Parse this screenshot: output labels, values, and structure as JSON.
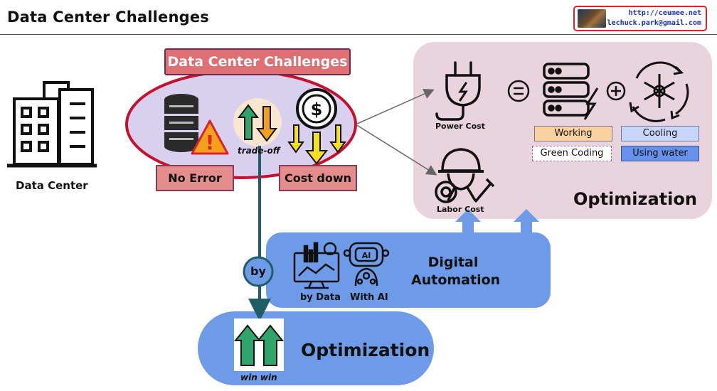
{
  "header": {
    "title": "Data Center Challenges",
    "badge_url": "http://ceumee.net",
    "badge_email": "lechuck.park@gmail.com"
  },
  "data_center": {
    "label": "Data Center",
    "icon": "building-icon"
  },
  "challenges": {
    "title": "Data Center Challenges",
    "no_error": "No Error",
    "cost_down": "Cost down",
    "trade_off": "trade-off",
    "icons": [
      "server-warning-icon",
      "up-down-arrows-icon",
      "dollar-down-icon"
    ]
  },
  "costs": {
    "power_cost": "Power Cost",
    "labor_cost": "Labor Cost",
    "equals": "=",
    "plus": "+",
    "tags": {
      "working": "Working",
      "cooling": "Cooling",
      "green_coding": "Green Coding",
      "using_water": "Using water"
    },
    "optimization": "Optimization"
  },
  "automation": {
    "title_line1": "Digital",
    "title_line2": "Automation",
    "by_data": "by Data",
    "with_ai": "With AI"
  },
  "connector": {
    "by": "by"
  },
  "result": {
    "optimization": "Optimization",
    "win_win": "win win"
  },
  "colors": {
    "pink_panel": "#e9d3dc",
    "blue_panel": "#6e9be8",
    "red_ellipse_border": "#c8102e",
    "ellipse_fill": "#d9d0f0",
    "teal_arrow": "#1f5e66",
    "green_arrow": "#2fa56b"
  }
}
